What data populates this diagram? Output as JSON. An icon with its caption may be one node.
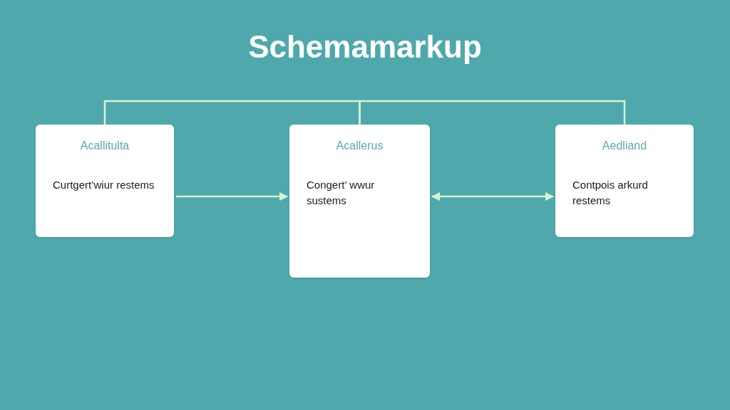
{
  "diagram": {
    "title": "Schemamarkup",
    "nodes": [
      {
        "text": [
          "Acallitulta",
          "Curtgert’wiur restems"
        ]
      },
      {
        "text": [
          "Acallerus",
          "Congert’ wwur sustems"
        ]
      },
      {
        "text": [
          "Aedliand",
          "Contpois arkurd restems"
        ]
      }
    ],
    "edges": [
      {
        "from": 0,
        "to": 1,
        "arrow": "none"
      },
      {
        "from": 1,
        "to": 2,
        "arrow": "none"
      },
      {
        "from": 0,
        "to": 1,
        "arrow": "to"
      },
      {
        "from": 1,
        "to": 2,
        "arrow": "both"
      }
    ]
  }
}
